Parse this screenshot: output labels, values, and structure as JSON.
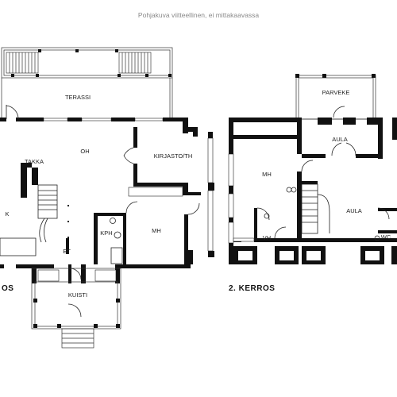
{
  "caption": "Pohjakuva viitteellinen, ei mittakaavassa",
  "floor1": {
    "label": "OS",
    "rooms": {
      "terassi": "TERASSI",
      "oh": "OH",
      "kirjasto": "KIRJASTO/TH",
      "takka": "TAKKA",
      "k": "K",
      "kph": "KPH",
      "mh": "MH",
      "et": "ET",
      "kuisti": "KUISTI"
    }
  },
  "floor2": {
    "label": "2. KERROS",
    "rooms": {
      "parveke": "PARVEKE",
      "aula_top": "AULA",
      "mh": "MH",
      "aula": "AULA",
      "vh": "VH",
      "wc": "WC"
    }
  }
}
